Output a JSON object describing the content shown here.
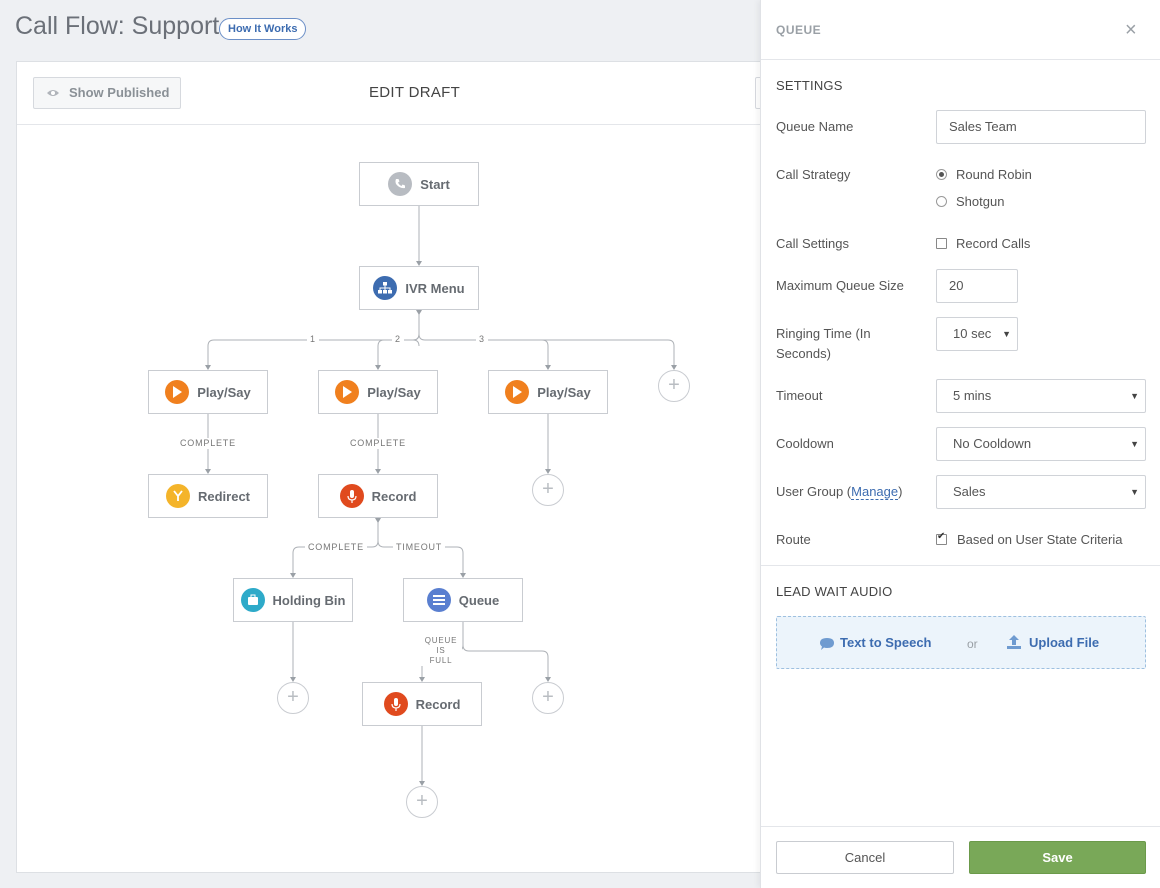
{
  "header": {
    "title": "Call Flow: Support",
    "how_it_works": "How It Works"
  },
  "toolbar": {
    "show_published": "Show Published",
    "edit_draft": "EDIT DRAFT"
  },
  "flow": {
    "nodes": {
      "start": "Start",
      "ivr": "IVR Menu",
      "play1": "Play/Say",
      "play2": "Play/Say",
      "play3": "Play/Say",
      "redirect": "Redirect",
      "record1": "Record",
      "holding": "Holding Bin",
      "queue": "Queue",
      "record2": "Record"
    },
    "edge_labels": {
      "opt1": "1",
      "opt2": "2",
      "opt3": "3",
      "complete1": "COMPLETE",
      "complete2": "COMPLETE",
      "complete3": "COMPLETE",
      "timeout": "TIMEOUT",
      "queue_full_1": "QUEUE",
      "queue_full_2": "IS",
      "queue_full_3": "FULL"
    },
    "add_symbol": "+",
    "icon_colors": {
      "start": "#b8bcc2",
      "ivr": "#3d6cb0",
      "play": "#f0801e",
      "redirect": "#f4b42a",
      "record": "#e04a1e",
      "holding": "#2eaac9",
      "queue": "#5a7fd0"
    }
  },
  "panel": {
    "title": "QUEUE",
    "close": "×",
    "settings_heading": "SETTINGS",
    "queue_name": {
      "label": "Queue Name",
      "value": "Sales Team"
    },
    "call_strategy": {
      "label": "Call Strategy",
      "options": [
        "Round Robin",
        "Shotgun"
      ],
      "selected": "Round Robin"
    },
    "call_settings": {
      "label": "Call Settings",
      "option": "Record Calls",
      "checked": false
    },
    "max_queue_size": {
      "label": "Maximum Queue Size",
      "value": "20"
    },
    "ringing_time": {
      "label_line1": "Ringing Time (In",
      "label_line2": "Seconds)",
      "value": "10 sec"
    },
    "timeout": {
      "label": "Timeout",
      "value": "5 mins"
    },
    "cooldown": {
      "label": "Cooldown",
      "value": "No Cooldown"
    },
    "user_group": {
      "label_pre": "User Group (",
      "label_link": "Manage",
      "label_post": ")",
      "value": "Sales"
    },
    "route": {
      "label": "Route",
      "option": "Based on User State Criteria",
      "checked": true
    },
    "lead_wait_heading": "LEAD WAIT AUDIO",
    "audio": {
      "tts": "Text to Speech",
      "or": "or",
      "upload": "Upload File"
    },
    "buttons": {
      "cancel": "Cancel",
      "save": "Save"
    },
    "caret": "▼"
  }
}
